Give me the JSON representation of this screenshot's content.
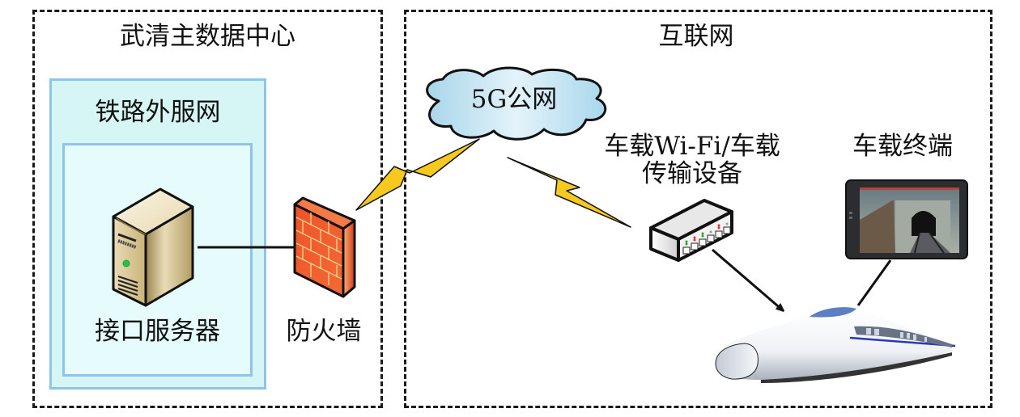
{
  "zones": {
    "data_center": {
      "title": "武清主数据中心"
    },
    "internet": {
      "title": "互联网"
    }
  },
  "networks": {
    "railway_external": {
      "title": "铁路外服网"
    }
  },
  "nodes": {
    "interface_server": {
      "label": "接口服务器",
      "icon": "server-icon"
    },
    "firewall": {
      "label": "防火墙",
      "icon": "firewall-icon"
    },
    "public_5g": {
      "label": "5G公网",
      "icon": "cloud-icon"
    },
    "onboard_wifi": {
      "label_line1": "车载Wi-Fi/车载",
      "label_line2": "传输设备",
      "icon": "switch-icon"
    },
    "onboard_terminal": {
      "label": "车载终端",
      "icon": "tablet-icon"
    },
    "train": {
      "icon": "train-icon"
    }
  },
  "links": [
    {
      "from": "interface_server",
      "to": "firewall",
      "type": "wired"
    },
    {
      "from": "firewall",
      "to": "public_5g",
      "type": "wireless"
    },
    {
      "from": "public_5g",
      "to": "onboard_wifi",
      "type": "wireless"
    },
    {
      "from": "onboard_wifi",
      "to": "train",
      "type": "arrow"
    },
    {
      "from": "onboard_terminal",
      "to": "train",
      "type": "line"
    }
  ],
  "colors": {
    "zone_border": "#1a1a1a",
    "network_fill": "#d6f6f6",
    "network_border": "#8ec3ea",
    "cloud_fill": "#cfeaf6",
    "lightning": "#f7c81e",
    "firewall": "#ef4b22",
    "server": "#d9c89a"
  }
}
